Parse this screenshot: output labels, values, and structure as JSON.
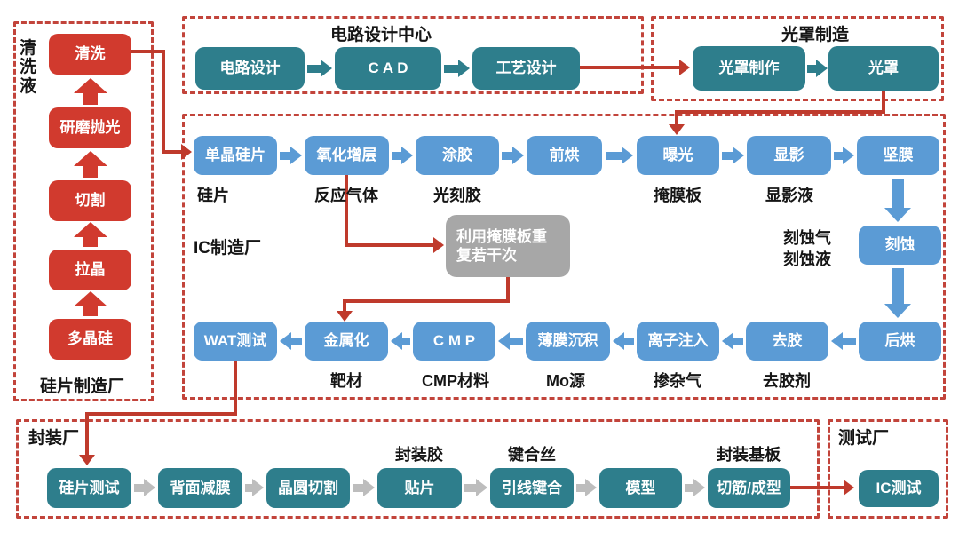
{
  "colors": {
    "red_box": "#d13a2e",
    "teal_box": "#2e7e8c",
    "blue_box": "#5b9bd5",
    "gray_box": "#a7a7a7",
    "gray_arrow": "#bdbdbd",
    "red_connector": "#bf3a2c",
    "dashed_border": "#c2443b"
  },
  "wafer_fab": {
    "label": "硅片制造厂",
    "side_label": "清洗液",
    "steps": [
      "清洗",
      "研磨抛光",
      "切割",
      "拉晶",
      "多晶硅"
    ]
  },
  "design_center": {
    "title": "电路设计中心",
    "steps": [
      "电路设计",
      "C A D",
      "工艺设计"
    ]
  },
  "mask_fab": {
    "title": "光罩制造",
    "steps": [
      "光罩制作",
      "光罩"
    ]
  },
  "ic_fab": {
    "label": "IC制造厂",
    "front_steps": [
      "单晶硅片",
      "氧化增层",
      "涂胶",
      "前烘",
      "曝光",
      "显影",
      "坚膜"
    ],
    "front_notes": [
      "硅片",
      "反应气体",
      "光刻胶",
      "掩膜板",
      "显影液"
    ],
    "repeat_box": "利用掩膜板重复若干次",
    "etch_step": "刻蚀",
    "etch_notes": [
      "刻蚀气",
      "刻蚀液"
    ],
    "back_steps": [
      "WAT测试",
      "金属化",
      "C M P",
      "薄膜沉积",
      "离子注入",
      "去胶",
      "后烘"
    ],
    "back_notes": [
      "靶材",
      "CMP材料",
      "Mo源",
      "掺杂气",
      "去胶剂"
    ]
  },
  "packaging": {
    "label": "封装厂",
    "steps": [
      "硅片测试",
      "背面减膜",
      "晶圆切割",
      "贴片",
      "引线键合",
      "模型",
      "切筋/成型"
    ],
    "notes": [
      "封装胶",
      "键合丝",
      "封装基板"
    ]
  },
  "test_fab": {
    "label": "测试厂",
    "step": "IC测试"
  }
}
